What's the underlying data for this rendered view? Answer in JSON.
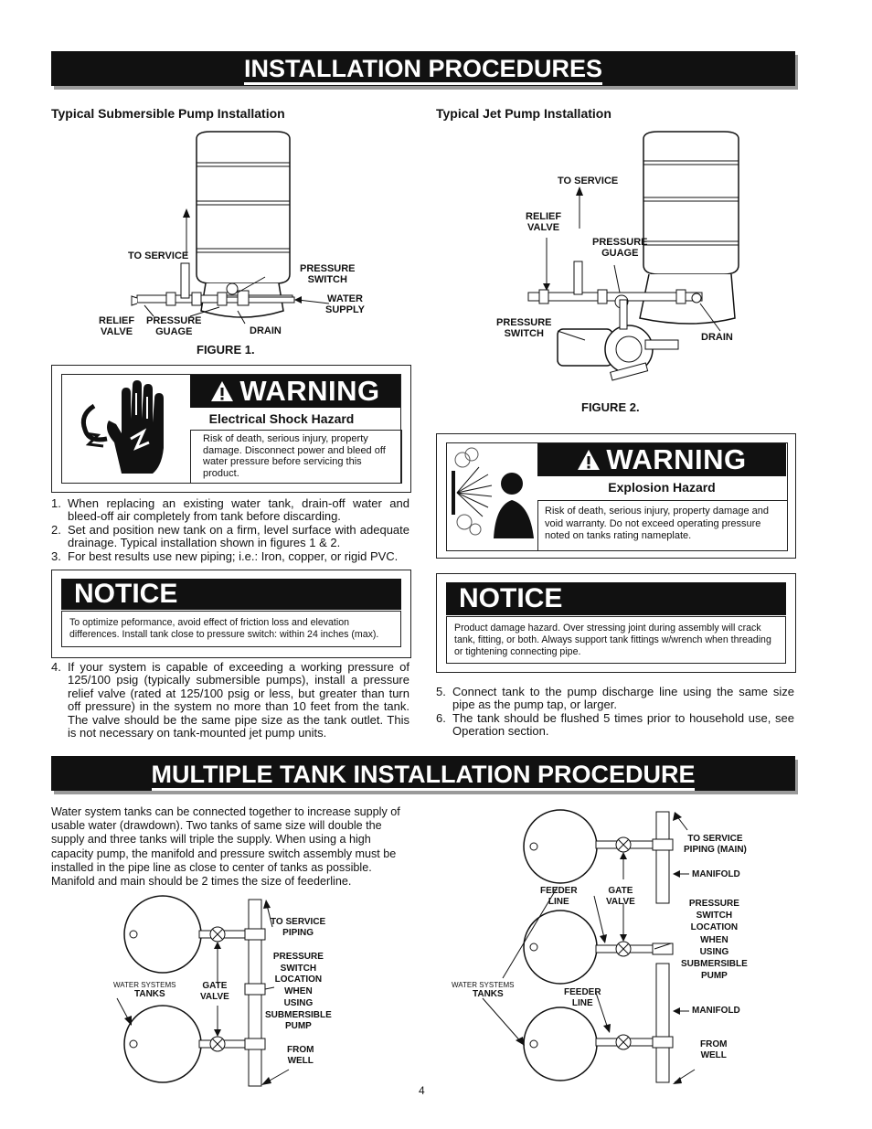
{
  "section1": {
    "title": "INSTALLATION PROCEDURES"
  },
  "fig1": {
    "caption": "Typical Submersible Pump Installation",
    "figure_label": "FIGURE 1.",
    "labels": {
      "to_service": "TO SERVICE",
      "pressure_switch": "PRESSURE\nSWITCH",
      "water_supply": "WATER\nSUPPLY",
      "relief_valve": "RELIEF\nVALVE",
      "pressure_guage": "PRESSURE\nGUAGE",
      "drain": "DRAIN"
    }
  },
  "fig2": {
    "caption": "Typical Jet Pump Installation",
    "figure_label": "FIGURE 2.",
    "labels": {
      "to_service": "TO SERVICE",
      "relief_valve": "RELIEF\nVALVE",
      "pressure_guage": "PRESSURE\nGUAGE",
      "pressure_switch": "PRESSURE\nSWITCH",
      "drain": "DRAIN"
    }
  },
  "warning_shock": {
    "title": "WARNING",
    "subtitle": "Electrical Shock Hazard",
    "body": "Risk of death, serious injury, property damage. Disconnect power and bleed off water pressure before servicing this product."
  },
  "warning_explosion": {
    "title": "WARNING",
    "subtitle": "Explosion Hazard",
    "body": "Risk of death, serious injury, property damage and void warranty. Do not exceed operating pressure noted on tanks rating nameplate."
  },
  "steps_left_a": [
    {
      "num": "1.",
      "text": "When replacing an existing water tank, drain-off water and bleed-off air completely from tank before discarding."
    },
    {
      "num": "2.",
      "text": "Set and position new tank on a firm, level surface with adequate drainage. Typical installation shown in figures 1 & 2."
    },
    {
      "num": "3.",
      "text": "For best results use new piping; i.e.: Iron, copper, or rigid PVC."
    }
  ],
  "notice_left": {
    "title": "NOTICE",
    "body": "To optimize peformance, avoid effect of friction loss and elevation differences. Install tank close to pressure switch: within 24 inches (max)."
  },
  "steps_left_b": [
    {
      "num": "4.",
      "text": "If your system is capable of exceeding a working pressure of 125/100 psig (typically submersible pumps), install a pressure relief valve (rated at 125/100 psig or less, but greater than turn off pressure) in the system no more than 10 feet from the tank. The valve should be the same pipe size as the tank outlet. This is not necessary on tank-mounted jet pump units."
    }
  ],
  "notice_right": {
    "title": "NOTICE",
    "body": "Product damage hazard. Over stressing joint during assembly will crack tank, fitting, or both. Always support tank fittings w/wrench when threading or tightening connecting pipe."
  },
  "steps_right": [
    {
      "num": "5.",
      "text": "Connect tank to the pump discharge line using the same size pipe as the pump tap, or larger."
    },
    {
      "num": "6.",
      "text": "The tank should be flushed 5 times prior to household use, see Operation section."
    }
  ],
  "section2": {
    "title": "MULTIPLE TANK INSTALLATION PROCEDURE",
    "intro": "Water system tanks can be connected together to increase supply of usable water (drawdown). Two tanks of same size will double the supply and three tanks will triple the supply.  When using a high capacity pump, the manifold and pressure switch assembly must be installed in the pipe line as close to center of tanks as possible. Manifold and main should be 2 times the size of feederline."
  },
  "diagram_two_tank": {
    "to_service": "TO SERVICE\nPIPING",
    "pressure_switch": "PRESSURE\nSWITCH\nLOCATION\nWHEN\nUSING\nSUBMERSIBLE\nPUMP",
    "from_well": "FROM\nWELL",
    "water_systems": "WATER SYSTEMS",
    "tanks": "TANKS",
    "gate_valve": "GATE\nVALVE"
  },
  "diagram_three_tank": {
    "to_service": "TO SERVICE\nPIPING (MAIN)",
    "manifold_top": "MANIFOLD",
    "pressure_switch": "PRESSURE\nSWITCH\nLOCATION\nWHEN\nUSING\nSUBMERSIBLE\nPUMP",
    "manifold_bottom": "MANIFOLD",
    "from_well": "FROM\nWELL",
    "feeder_line_top": "FEEDER\nLINE",
    "gate_valve": "GATE\nVALVE",
    "water_systems": "WATER SYSTEMS",
    "tanks": "TANKS",
    "feeder_line_bottom": "FEEDER\nLINE"
  },
  "page_number": "4"
}
